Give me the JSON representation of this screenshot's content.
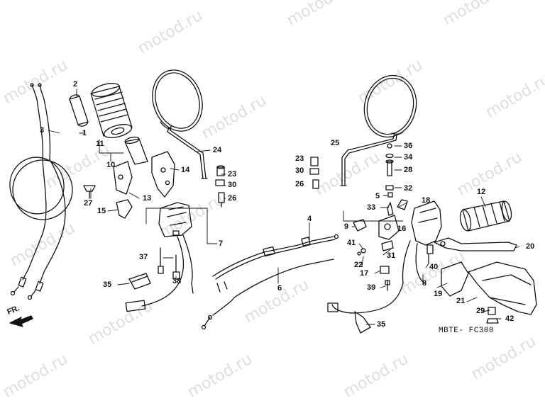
{
  "watermark": "motod.ru",
  "diagram_code": "MBTE- FC300",
  "front_label": "FR.",
  "callouts": [
    "1",
    "2",
    "3",
    "4",
    "5",
    "6",
    "7",
    "8",
    "9",
    "10",
    "11",
    "12",
    "13",
    "14",
    "15",
    "16",
    "17",
    "18",
    "19",
    "20",
    "21",
    "22",
    "23",
    "24",
    "25",
    "26",
    "27",
    "28",
    "29",
    "30",
    "31",
    "32",
    "33",
    "34",
    "35",
    "36",
    "37",
    "38",
    "39",
    "40",
    "41",
    "42"
  ]
}
